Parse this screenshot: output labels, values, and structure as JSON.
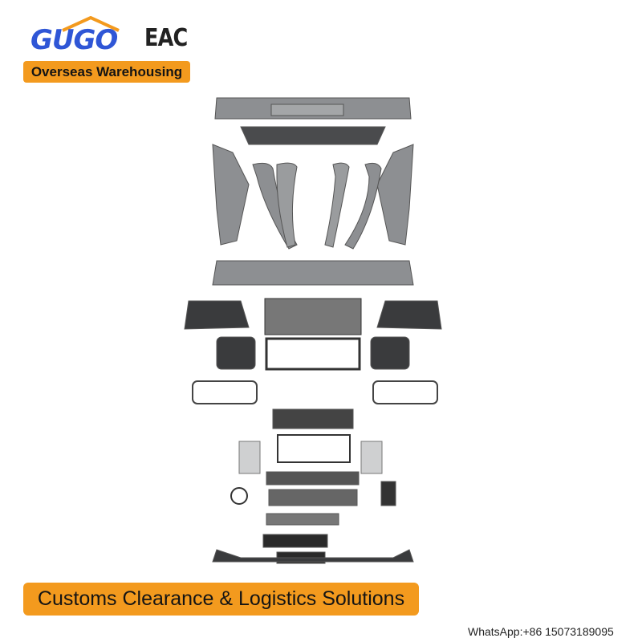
{
  "brand": {
    "logo_text": "GUGO",
    "certification": "EAC"
  },
  "top_badge": {
    "label": "Overseas Warehousing"
  },
  "product": {
    "image_icon": "body-kit-parts-illustration"
  },
  "bottom_badge": {
    "label": "Customs Clearance & Logistics Solutions"
  },
  "contact": {
    "whatsapp": "WhatsApp:+86 15073189095"
  },
  "colors": {
    "accent": "#f39a1e",
    "brand_blue": "#2f56d6",
    "part_grey": "#8d8f92",
    "part_dark": "#3a3b3d"
  }
}
